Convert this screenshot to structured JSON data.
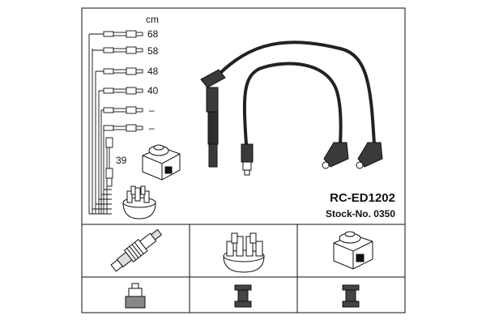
{
  "product": {
    "part_number": "RC-ED1202",
    "stock_number": "Stock-No. 0350"
  },
  "lengths": {
    "unit": "cm",
    "wires": [
      "68",
      "58",
      "48",
      "40",
      "–",
      "–"
    ],
    "coil_lead": "39"
  },
  "icons": {
    "wire_set": "ignition-wire-set-icon",
    "coil": "ignition-coil-icon",
    "distributor_cap": "distributor-cap-icon",
    "spark_plug": "spark-plug-icon",
    "plug_terminal": "plug-terminal-icon",
    "clip_terminal": "clip-terminal-icon"
  },
  "colors": {
    "line": "#111111",
    "background": "#ffffff"
  }
}
